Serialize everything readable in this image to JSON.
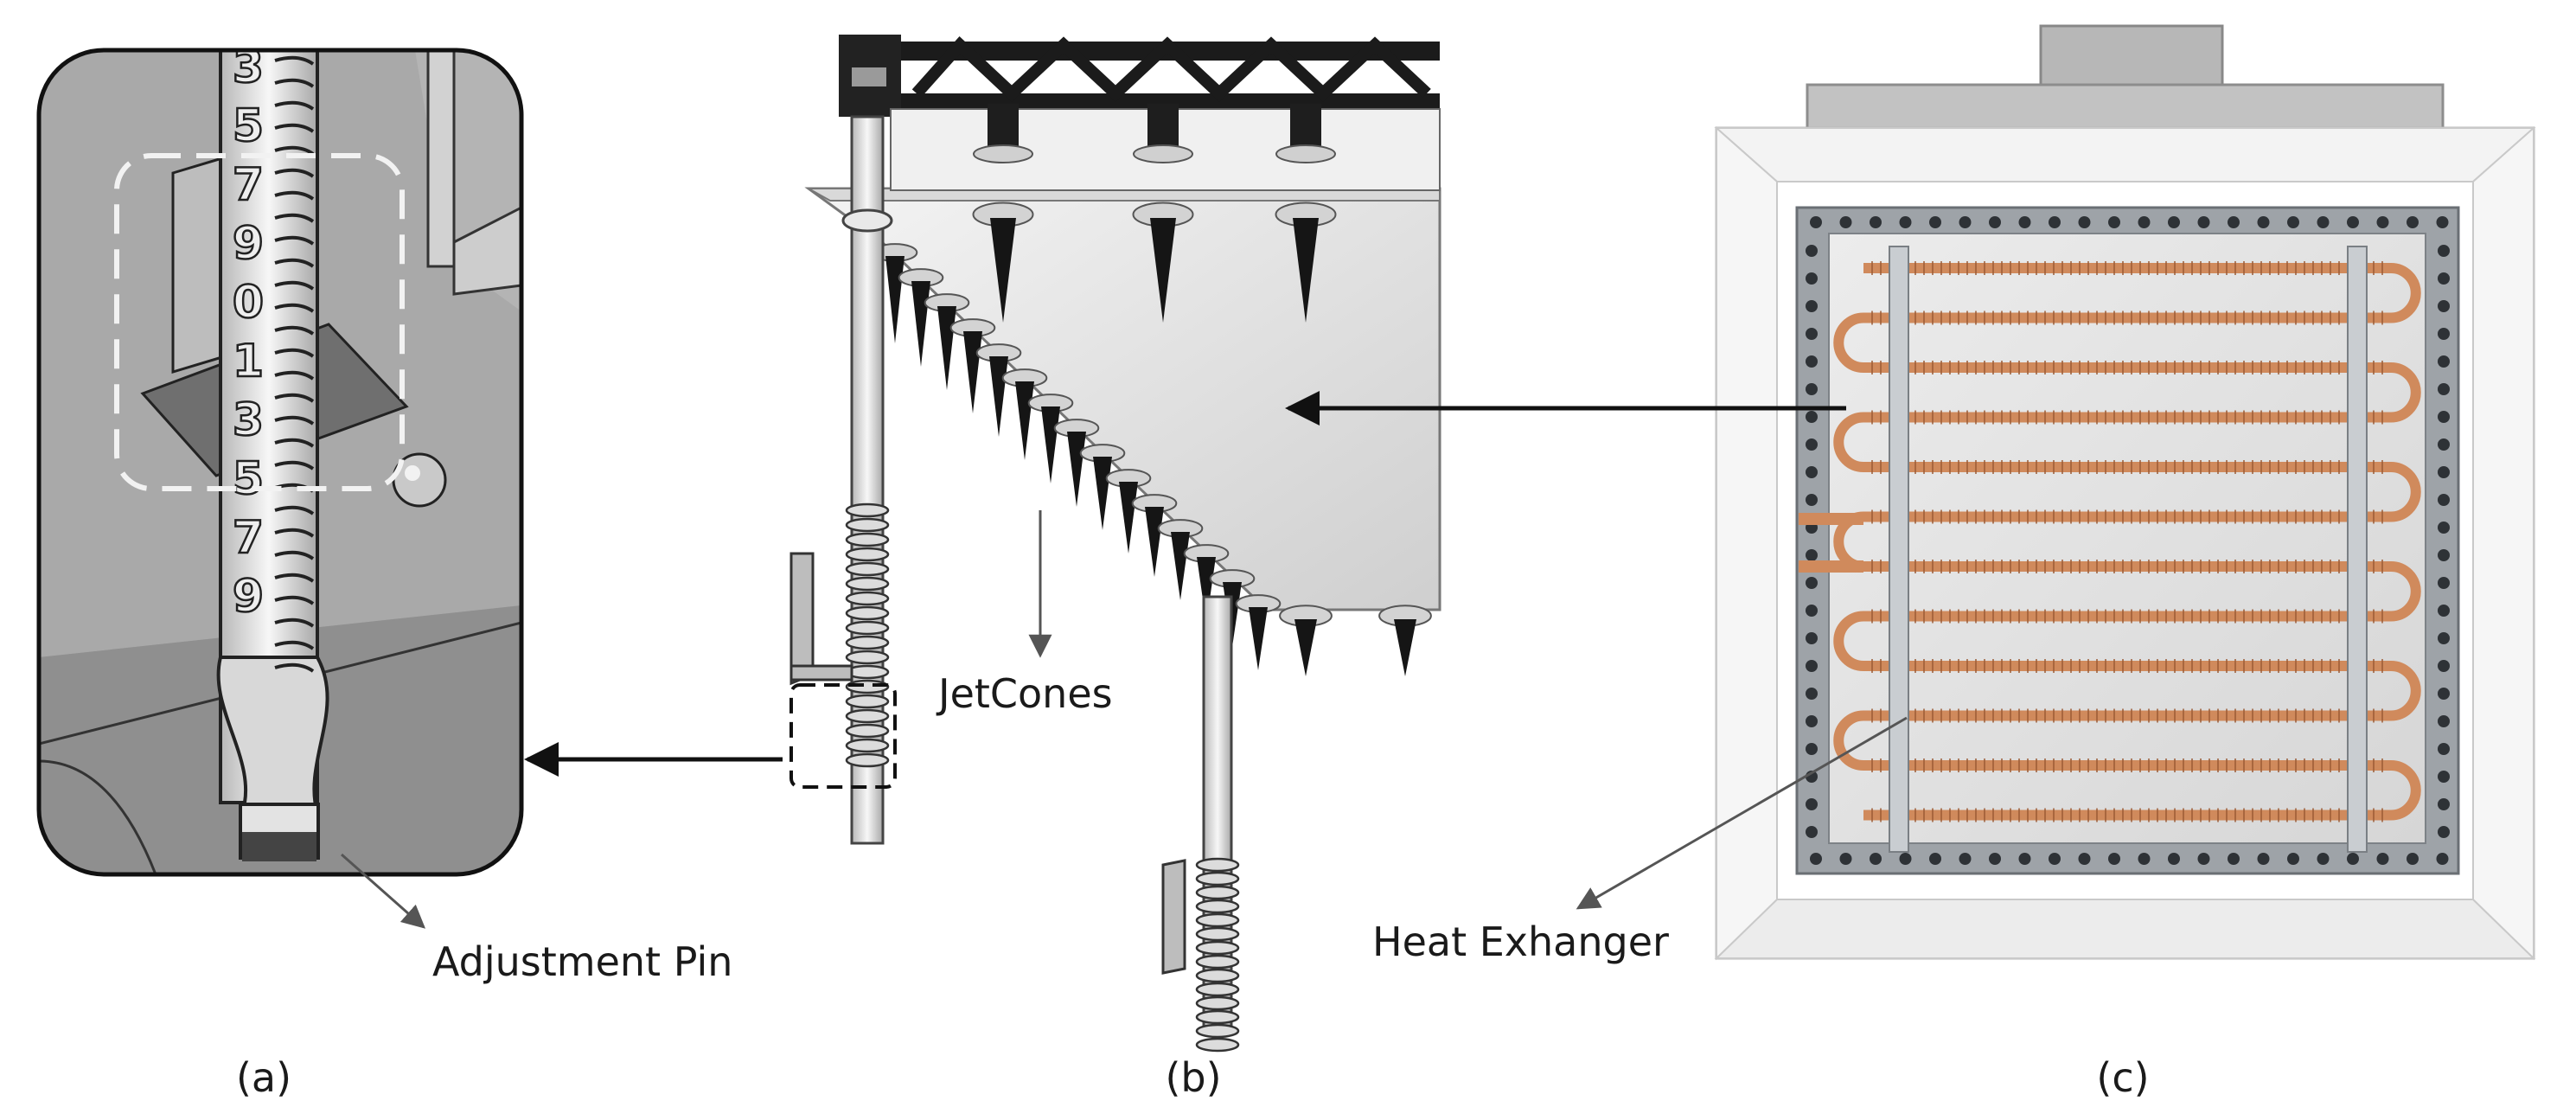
{
  "panels": {
    "a": {
      "caption": "(a)",
      "callout": "Adjustment Pin",
      "scale_digits": [
        "3",
        "5",
        "7",
        "9",
        "0",
        "1",
        "3",
        "5",
        "7",
        "9"
      ]
    },
    "b": {
      "caption": "(b)",
      "callout": "JetCones"
    },
    "c": {
      "caption": "(c)",
      "callout": "Heat Exhanger"
    }
  },
  "colors": {
    "outline": "#1a1a1a",
    "metal_light": "#e4e4e4",
    "metal_mid": "#c6c6c6",
    "metal_dark": "#8a8a8a",
    "cone": "#151515",
    "copper": "#d08a5c",
    "dashed_box": "#f2f2f2"
  }
}
